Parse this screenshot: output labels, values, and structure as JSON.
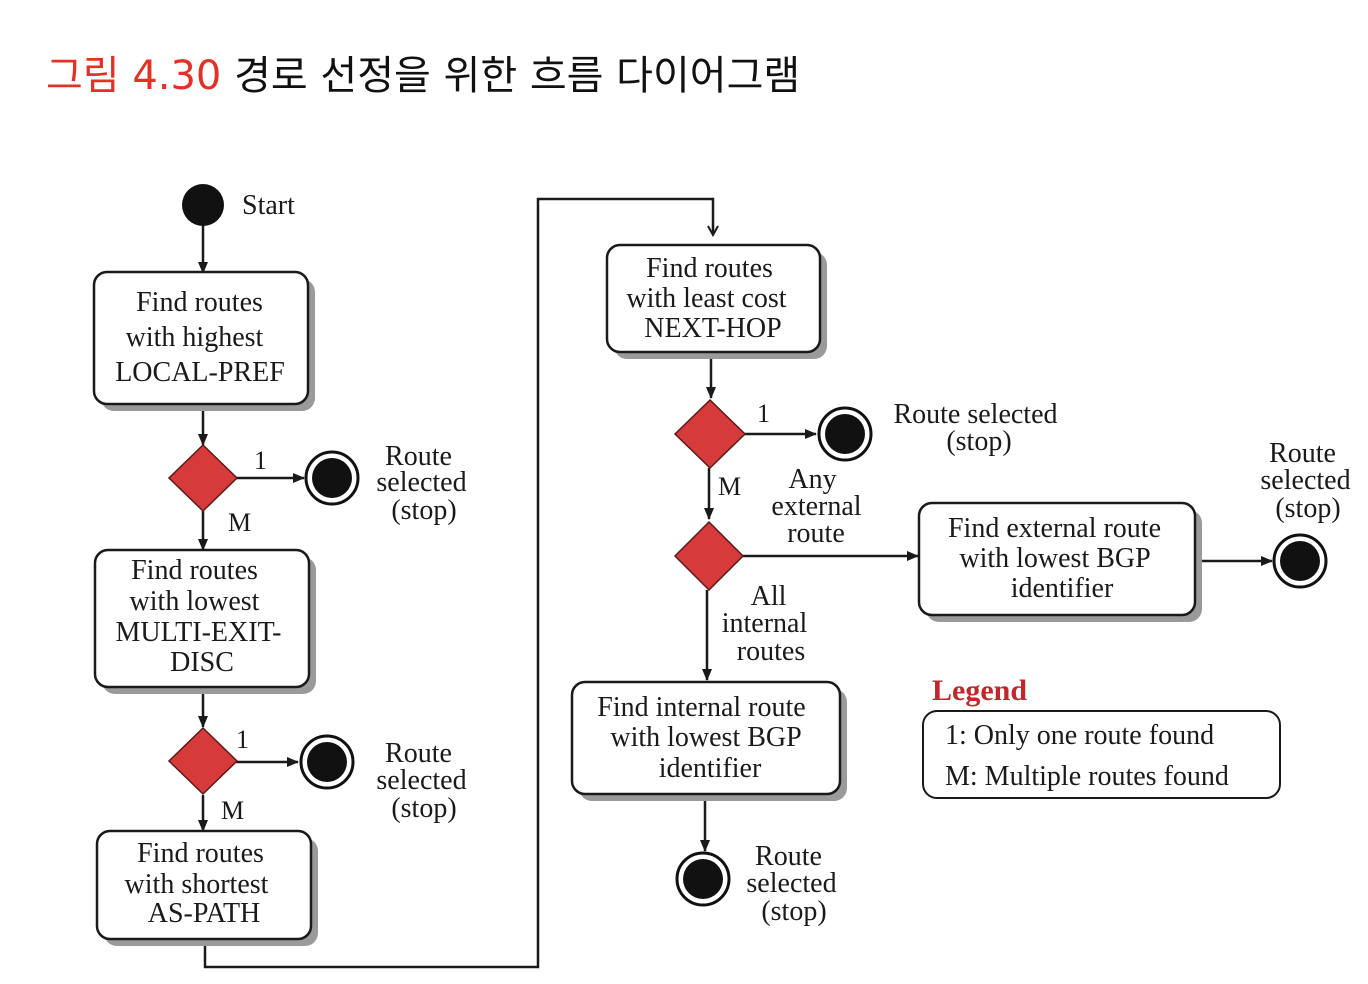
{
  "caption": {
    "figure_number": "그림 4.30",
    "title": "경로 선정을 위한 흐름 다이어그램"
  },
  "colors": {
    "caption_number": "#e03326",
    "decision_fill": "#d63a3a",
    "legend_title": "#c0282d",
    "node_fill": "#111111"
  },
  "nodes": {
    "start": "Start",
    "local_pref": [
      "Find routes",
      "with highest",
      "LOCAL-PREF"
    ],
    "multi_exit_disc": [
      "Find routes",
      "with lowest",
      "MULTI-EXIT-",
      "DISC"
    ],
    "as_path": [
      "Find routes",
      "with shortest",
      "AS-PATH"
    ],
    "next_hop": [
      "Find routes",
      "with least cost",
      "NEXT-HOP"
    ],
    "external_route": [
      "Find external route",
      "with lowest BGP",
      "identifier"
    ],
    "internal_route": [
      "Find internal route",
      "with lowest BGP",
      "identifier"
    ]
  },
  "route_selected_stacked": [
    "Route",
    "selected",
    "(stop)"
  ],
  "route_selected_inline": [
    "Route selected",
    "(stop)"
  ],
  "edge_labels": {
    "one": "1",
    "multiple": "M",
    "any_external": [
      "Any",
      "external",
      "route"
    ],
    "all_internal": [
      "All",
      "internal",
      "routes"
    ]
  },
  "legend": {
    "title": "Legend",
    "items": [
      "1: Only one route found",
      "M: Multiple routes found"
    ]
  }
}
